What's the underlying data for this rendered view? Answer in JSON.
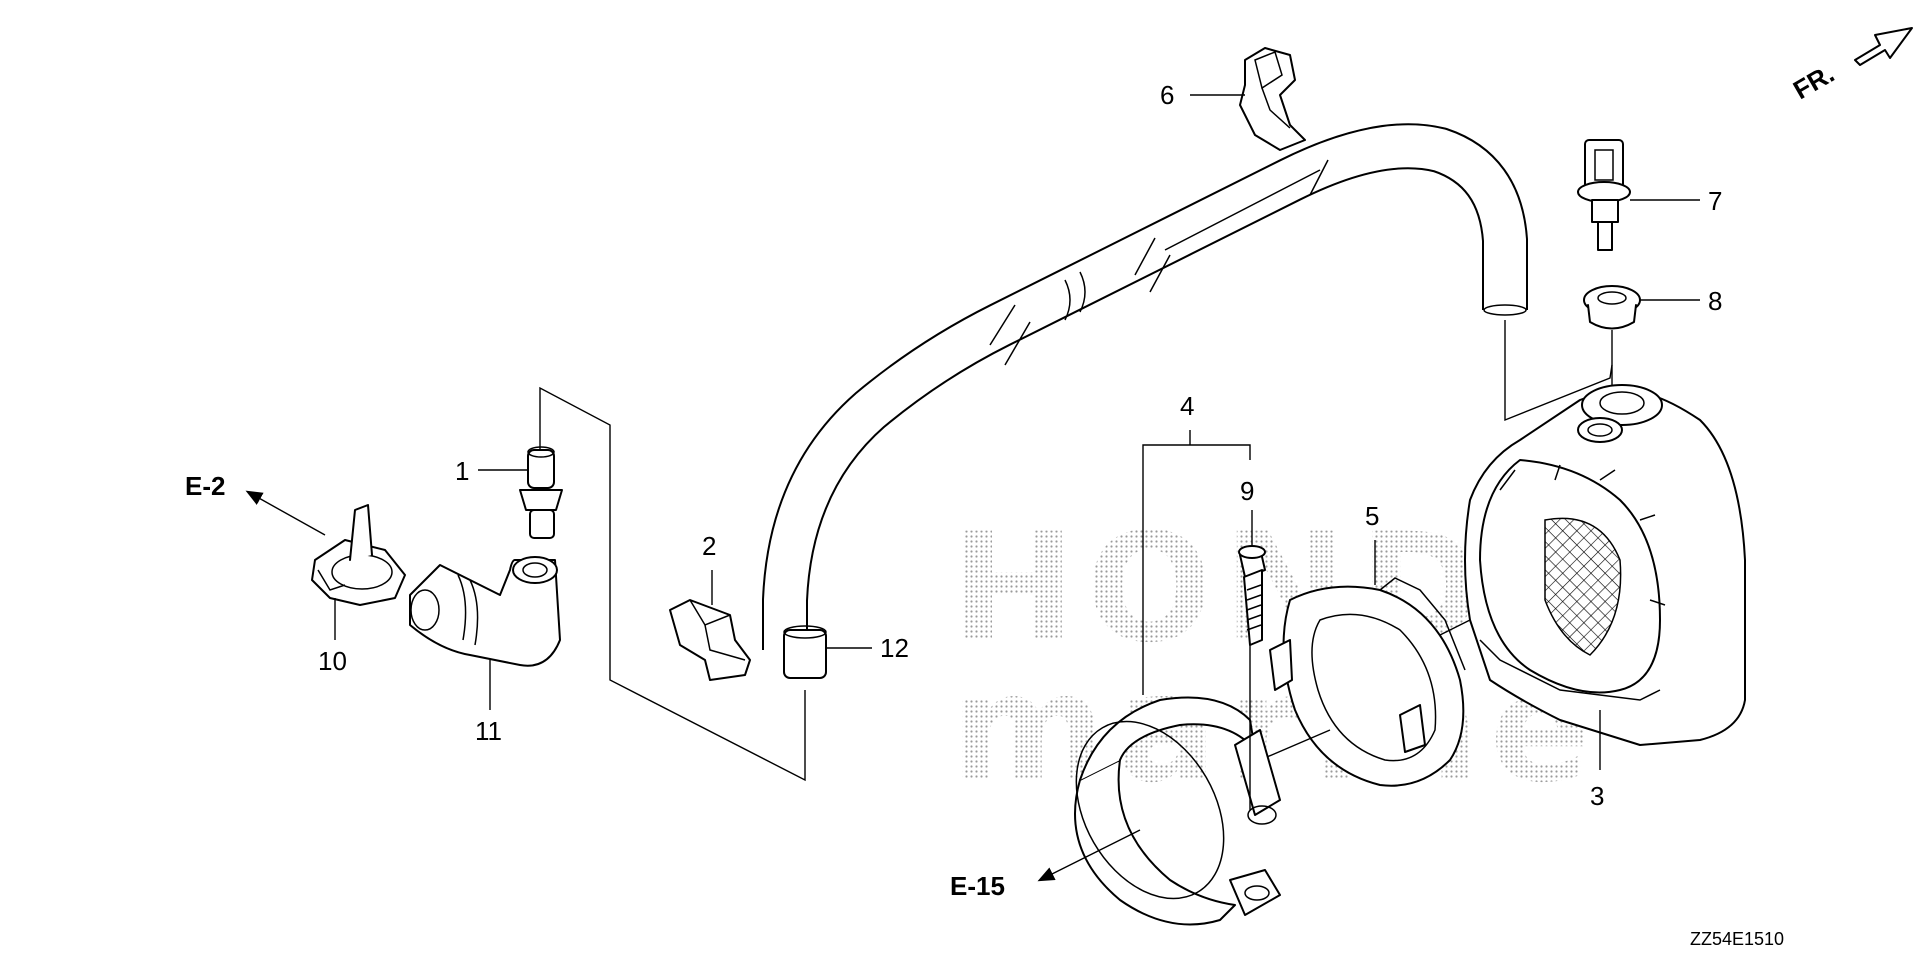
{
  "diagram": {
    "drawing_code": "ZZ54E1510",
    "direction_label": "FR.",
    "references": {
      "e2": "E-2",
      "e15": "E-15"
    },
    "callouts": {
      "c1": "1",
      "c2": "2",
      "c3": "3",
      "c4": "4",
      "c5": "5",
      "c6": "6",
      "c7": "7",
      "c8": "8",
      "c9": "9",
      "c10": "10",
      "c11": "11",
      "c12": "12"
    },
    "watermark": {
      "line1": "HONDA",
      "line2": "marine"
    }
  }
}
